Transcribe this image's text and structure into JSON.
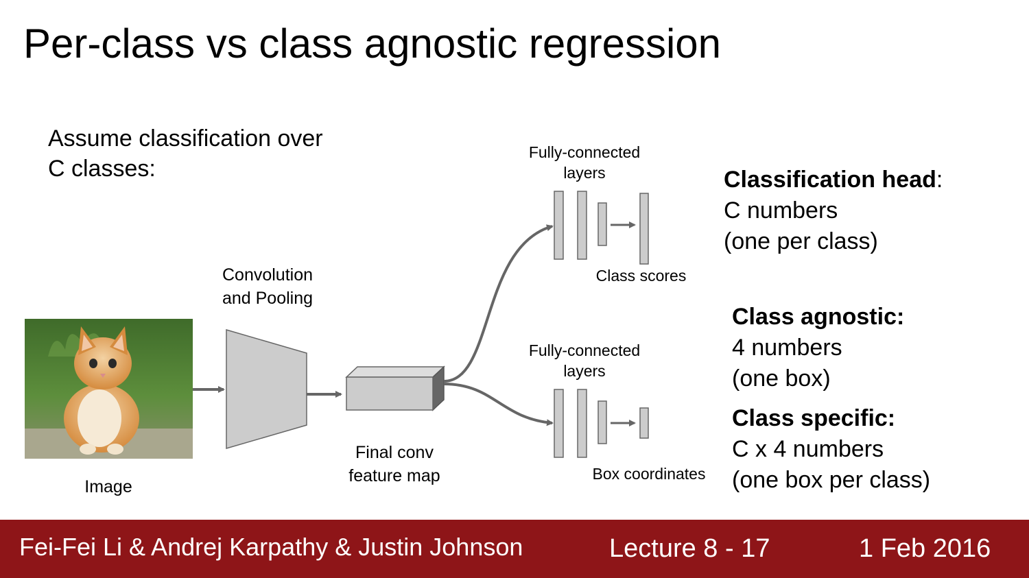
{
  "slide": {
    "title": "Per-class vs class agnostic regression",
    "assume_text": "Assume classification over C classes:"
  },
  "diagram": {
    "image_label": "Image",
    "conv_label_line1": "Convolution",
    "conv_label_line2": "and Pooling",
    "feature_map_label_line1": "Final conv",
    "feature_map_label_line2": "feature map",
    "fc_label_line1": "Fully-connected",
    "fc_label_line2": "layers",
    "class_scores_label": "Class scores",
    "box_coordinates_label": "Box coordinates",
    "image_icon": "kitten-photo"
  },
  "heads": {
    "classification": {
      "title": "Classification head",
      "suffix": ":",
      "line1": "C numbers",
      "line2": "(one per class)"
    },
    "agnostic": {
      "title": "Class agnostic:",
      "line1": "4 numbers",
      "line2": "(one box)"
    },
    "specific": {
      "title": "Class specific:",
      "line1": "C x 4 numbers",
      "line2": "(one box per class)"
    }
  },
  "footer": {
    "authors": "Fei-Fei Li & Andrej Karpathy & Justin Johnson",
    "lecture": "Lecture 8 - 17",
    "date": "1 Feb 2016"
  },
  "colors": {
    "footer_bg": "#8e1518",
    "block_fill": "#cccccc",
    "arrow": "#666666"
  }
}
